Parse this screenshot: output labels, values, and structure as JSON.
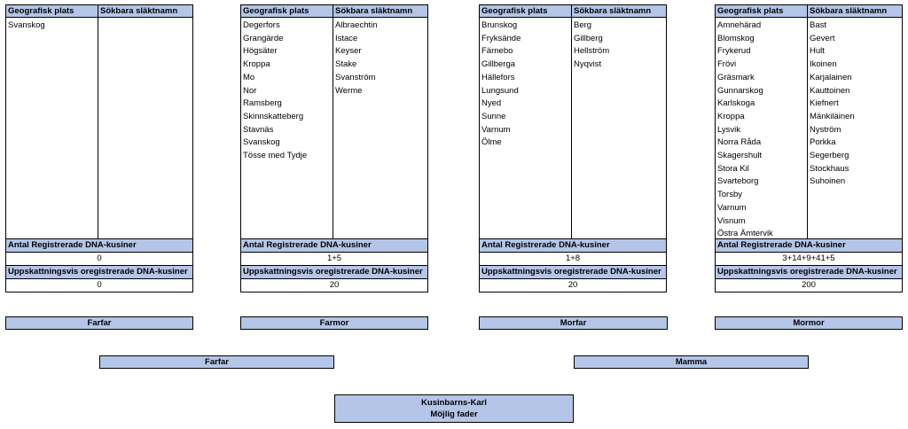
{
  "headers": {
    "col1": "Geografisk plats",
    "col2": "Sökbara släktnamn"
  },
  "labels": {
    "registered": "Antal Registrerade DNA-kusiner",
    "estimated": "Uppskattningsvis oregistrerade DNA-kusiner"
  },
  "tables": [
    {
      "places": [
        "Svanskog"
      ],
      "surnames": [],
      "registered": "0",
      "estimated": "0"
    },
    {
      "places": [
        "Degerfors",
        "Grangärde",
        "Högsäter",
        "Kroppa",
        "Mo",
        "Nor",
        "Ramsberg",
        "Skinnskatteberg",
        "Stavnäs",
        "Svanskog",
        "Tösse med Tydje"
      ],
      "surnames": [
        "Albraechtin",
        "Istace",
        "Keyser",
        "Stake",
        "Svanström",
        "Werme"
      ],
      "registered": "1+5",
      "estimated": "20"
    },
    {
      "places": [
        "Brunskog",
        "Fryksände",
        "Färnebo",
        "Gillberga",
        "Hällefors",
        "Lungsund",
        "Nyed",
        "Sunne",
        "Varnum",
        "Ölme"
      ],
      "surnames": [
        "Berg",
        "Gillberg",
        "Hellström",
        "Nyqvist"
      ],
      "registered": "1+8",
      "estimated": "20"
    },
    {
      "places": [
        "Amnehärad",
        "Blomskog",
        "Frykerud",
        "Frövi",
        "Gräsmark",
        "Gunnarskog",
        "Karlskoga",
        "Kroppa",
        "Lysvik",
        "Norra Råda",
        "Skagershult",
        "Stora Kil",
        "Svarteborg",
        "Torsby",
        "Varnum",
        "Visnum",
        "Östra Ämtervik"
      ],
      "surnames": [
        "Bast",
        "Gevert",
        "Hult",
        "Ikoinen",
        "Karjalainen",
        "Kauttoinen",
        "Kiefnert",
        "Mänkiläinen",
        "Nyström",
        "Porkka",
        "Segerberg",
        "Stockhaus",
        "Suhoinen"
      ],
      "registered": "3+14+9+41+5",
      "estimated": "200"
    }
  ],
  "tree": {
    "gp1": "Farfar",
    "gp2": "Farmor",
    "gp3": "Morfar",
    "gp4": "Mormor",
    "parent1": "Farfar",
    "parent2": "Mamma",
    "child_line1": "Kusinbarns-Karl",
    "child_line2": "Möjlig fader"
  }
}
